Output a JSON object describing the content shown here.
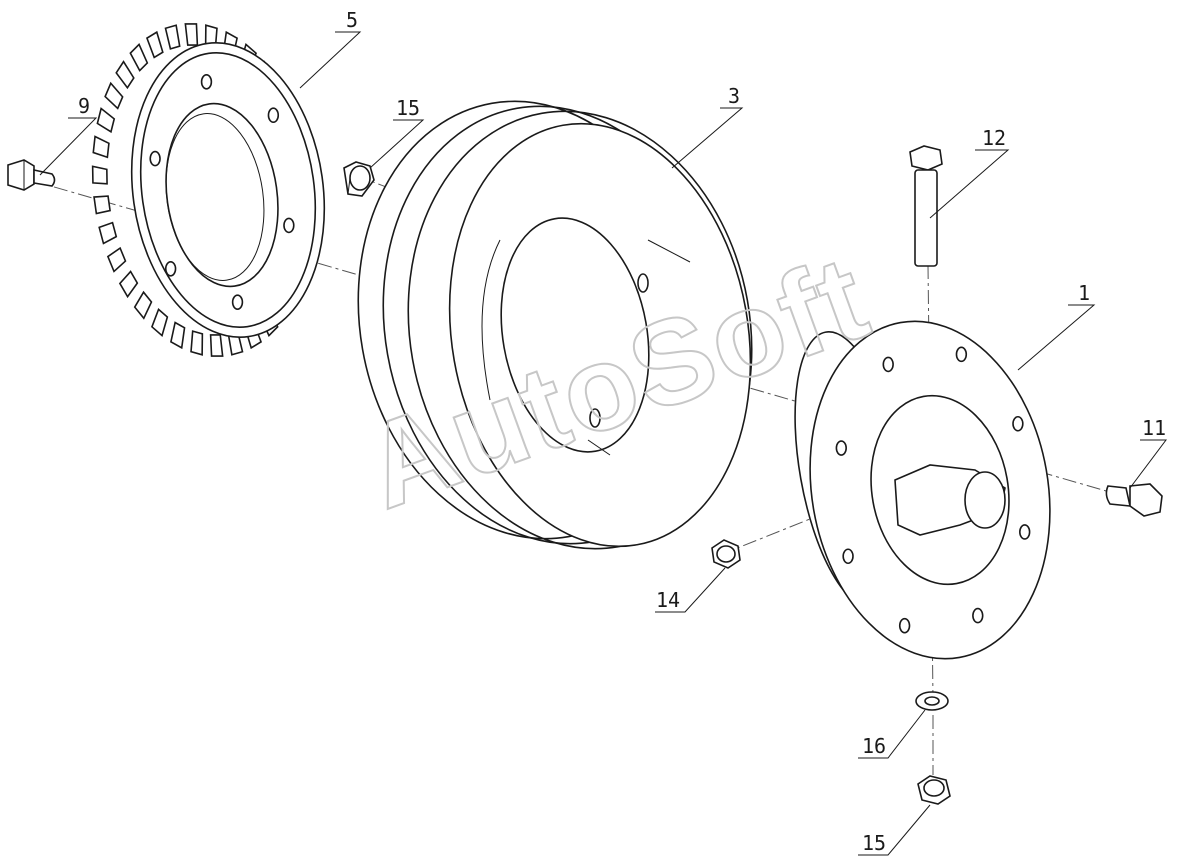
{
  "watermark": "AutoSoft",
  "callouts": [
    {
      "id": "c5",
      "label": "5"
    },
    {
      "id": "c9",
      "label": "9"
    },
    {
      "id": "c15a",
      "label": "15"
    },
    {
      "id": "c3",
      "label": "3"
    },
    {
      "id": "c12",
      "label": "12"
    },
    {
      "id": "c1",
      "label": "1"
    },
    {
      "id": "c11",
      "label": "11"
    },
    {
      "id": "c14",
      "label": "14"
    },
    {
      "id": "c16",
      "label": "16"
    },
    {
      "id": "c15b",
      "label": "15"
    }
  ]
}
